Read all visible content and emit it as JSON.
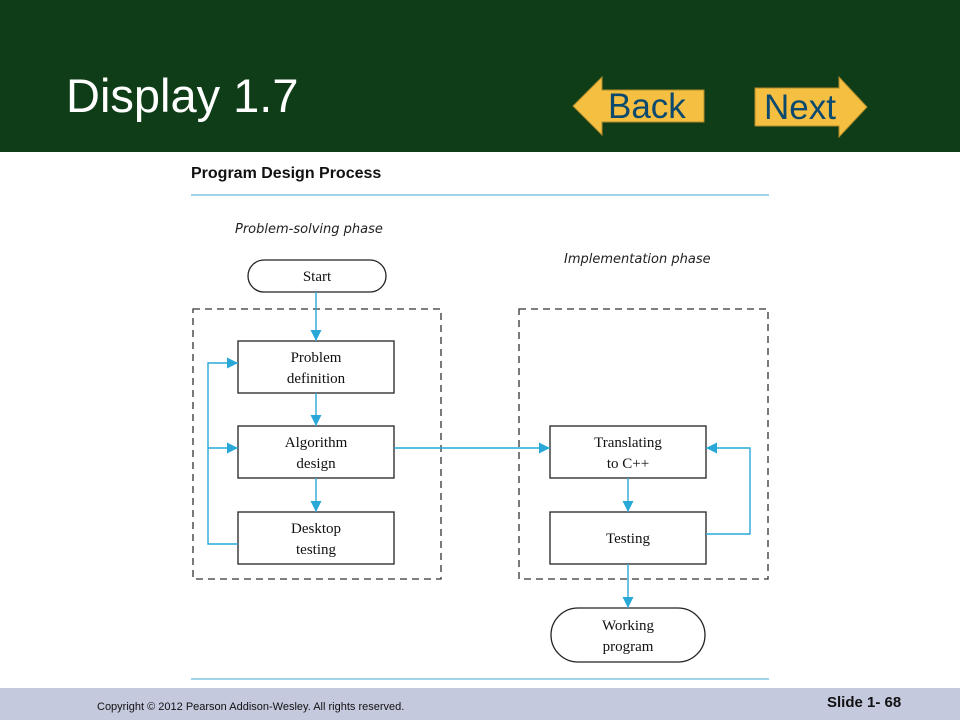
{
  "slide": {
    "title": "Display 1.7"
  },
  "nav": {
    "back_label": "Back",
    "next_label": "Next"
  },
  "figure": {
    "heading": "Program Design Process",
    "phase_problem": "Problem-solving phase",
    "phase_implementation": "Implementation phase",
    "start": "Start",
    "problem_definition": [
      "Problem",
      "definition"
    ],
    "algorithm_design": [
      "Algorithm",
      "design"
    ],
    "desktop_testing": [
      "Desktop",
      "testing"
    ],
    "translating": [
      "Translating",
      "to C++"
    ],
    "testing": "Testing",
    "working_program": [
      "Working",
      "program"
    ]
  },
  "footer": {
    "copyright": "Copyright © 2012 Pearson Addison-Wesley.  All rights reserved.",
    "slide_number": "Slide 1- 68"
  },
  "colors": {
    "header": "#0f3d17",
    "button": "#f5c042",
    "arrow": "#29a8d8",
    "footer": "#c5c9de"
  }
}
